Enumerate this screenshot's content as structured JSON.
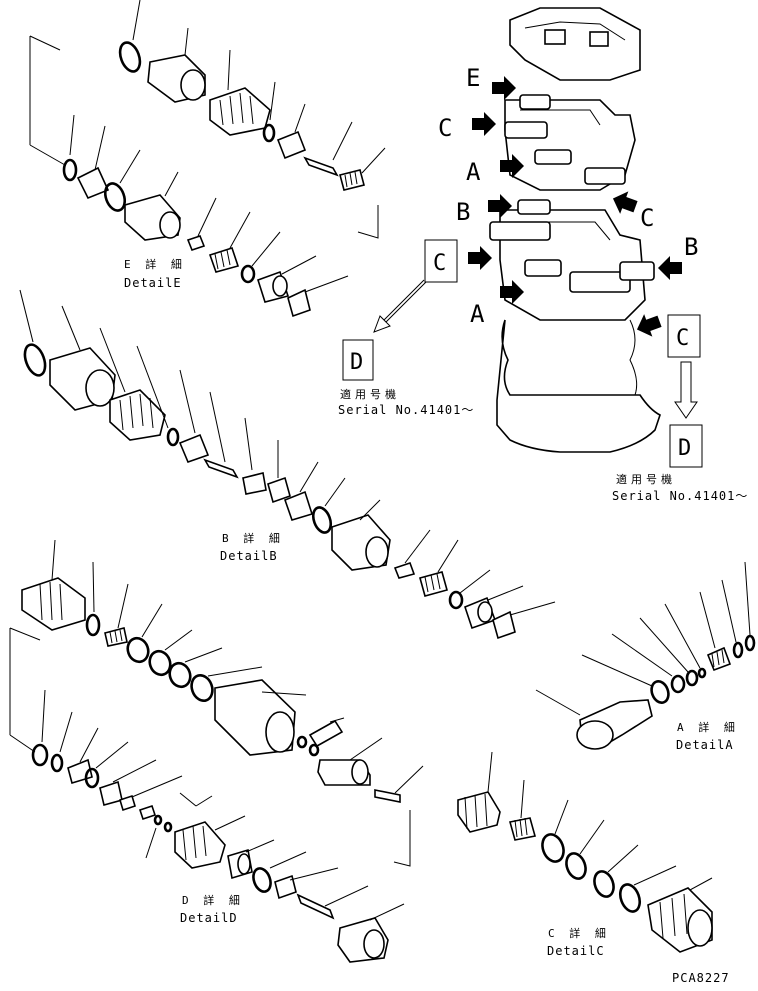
{
  "main_view": {
    "arrow_labels": [
      "E",
      "C",
      "A",
      "B",
      "C",
      "B",
      "A"
    ],
    "box_labels": [
      "C",
      "D",
      "C",
      "D"
    ]
  },
  "serial_notes": [
    {
      "jp": "適用号機",
      "en": "Serial No.41401～"
    },
    {
      "jp": "適用号機",
      "en": "Serial No.41401～"
    }
  ],
  "details": {
    "E": {
      "jp": "E 詳 細",
      "en": "DetailE"
    },
    "B": {
      "jp": "B 詳 細",
      "en": "DetailB"
    },
    "A": {
      "jp": "A 詳 細",
      "en": "DetailA"
    },
    "D": {
      "jp": "D 詳 細",
      "en": "DetailD"
    },
    "C": {
      "jp": "C 詳 細",
      "en": "DetailC"
    }
  },
  "figure_code": "PCA8227"
}
